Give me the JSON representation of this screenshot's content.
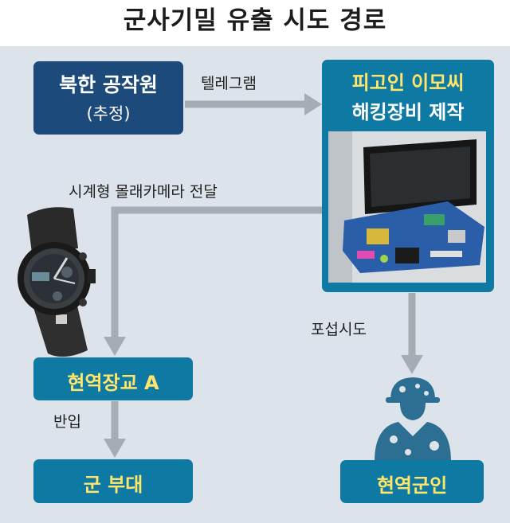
{
  "title": "군사기밀 유출 시도 경로",
  "nodes": {
    "north_agent": {
      "line1": "북한 공작원",
      "line2": "(추정)"
    },
    "defendant": {
      "line1": "피고인 이모씨",
      "line2": "해킹장비 제작"
    },
    "officer": {
      "label": "현역장교 A"
    },
    "unit": {
      "label": "군 부대"
    },
    "soldier": {
      "label": "현역군인"
    }
  },
  "edges": {
    "telegram": "텔레그램",
    "watch_camera": "시계형 몰래카메라 전달",
    "bring_in": "반입",
    "recruit": "포섭시도"
  },
  "colors": {
    "navy": "#1b4a7b",
    "teal": "#0e79a2",
    "yellow_text": "#ffe66b",
    "arrow": "#a6acb3",
    "panel": "#dde3ea"
  }
}
